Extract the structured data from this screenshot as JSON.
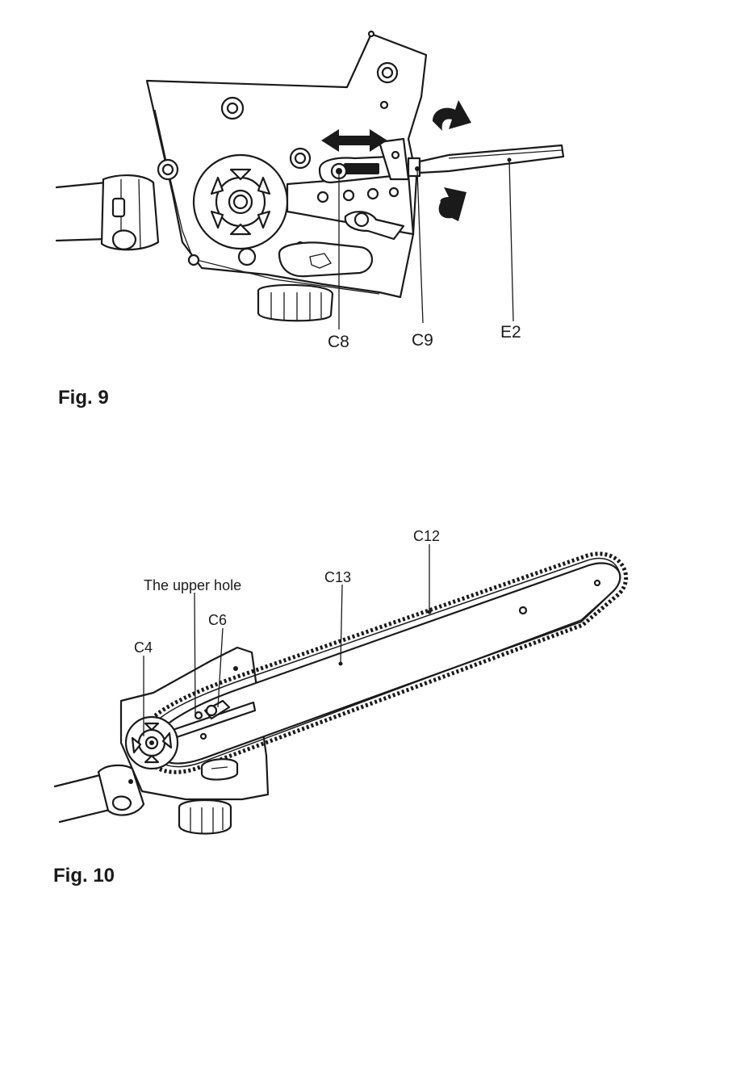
{
  "fig9": {
    "caption": "Fig. 9",
    "labels": {
      "c8": "C8",
      "c9": "C9",
      "e2": "E2"
    }
  },
  "fig10": {
    "caption": "Fig. 10",
    "labels": {
      "upper_hole": "The upper hole",
      "c4": "C4",
      "c6": "C6",
      "c12": "C12",
      "c13": "C13"
    }
  },
  "icons": {
    "fig9": [
      "double-arrow-icon",
      "rotate-arrow-icon"
    ]
  }
}
